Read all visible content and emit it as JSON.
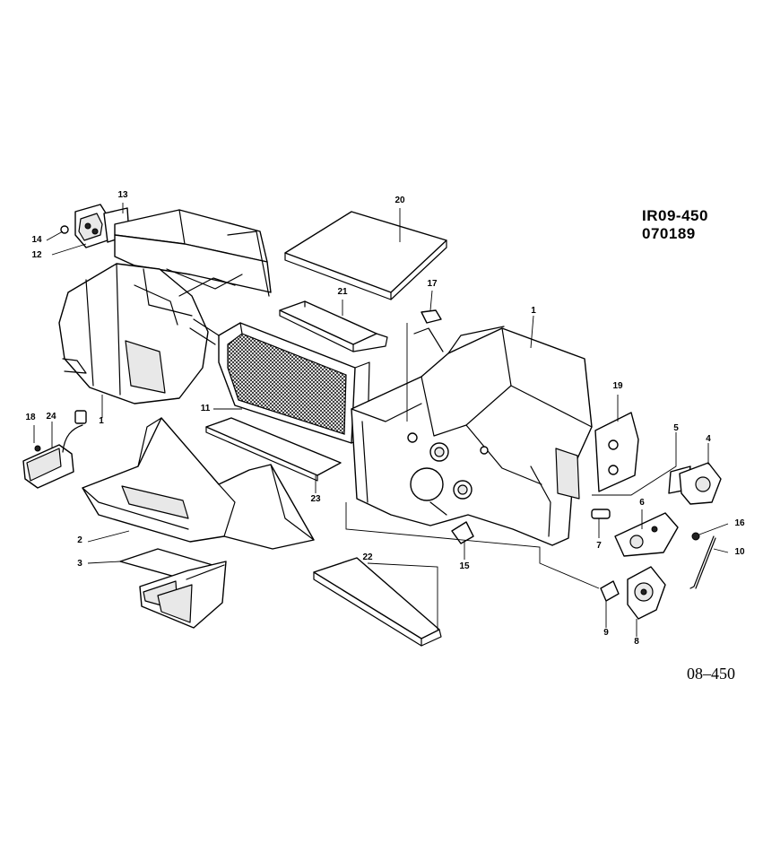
{
  "drawing": {
    "ref_code": "IR09-450",
    "date_code": "070189",
    "footer_code": "08–450"
  },
  "callouts": [
    {
      "id": "c13a",
      "label": "13"
    },
    {
      "id": "c14",
      "label": "14"
    },
    {
      "id": "c12",
      "label": "12"
    },
    {
      "id": "c20",
      "label": "20"
    },
    {
      "id": "c21",
      "label": "21"
    },
    {
      "id": "c17",
      "label": "17"
    },
    {
      "id": "c1b",
      "label": "1"
    },
    {
      "id": "c19",
      "label": "19"
    },
    {
      "id": "c5",
      "label": "5"
    },
    {
      "id": "c4",
      "label": "4"
    },
    {
      "id": "c11",
      "label": "11"
    },
    {
      "id": "c1a",
      "label": "1"
    },
    {
      "id": "c18",
      "label": "18"
    },
    {
      "id": "c24",
      "label": "24"
    },
    {
      "id": "c23",
      "label": "23"
    },
    {
      "id": "c6",
      "label": "6"
    },
    {
      "id": "c16",
      "label": "16"
    },
    {
      "id": "c7",
      "label": "7"
    },
    {
      "id": "c10",
      "label": "10"
    },
    {
      "id": "c2",
      "label": "2"
    },
    {
      "id": "c15",
      "label": "15"
    },
    {
      "id": "c3",
      "label": "3"
    },
    {
      "id": "c22",
      "label": "22"
    },
    {
      "id": "c9",
      "label": "9"
    },
    {
      "id": "c8",
      "label": "8"
    }
  ]
}
